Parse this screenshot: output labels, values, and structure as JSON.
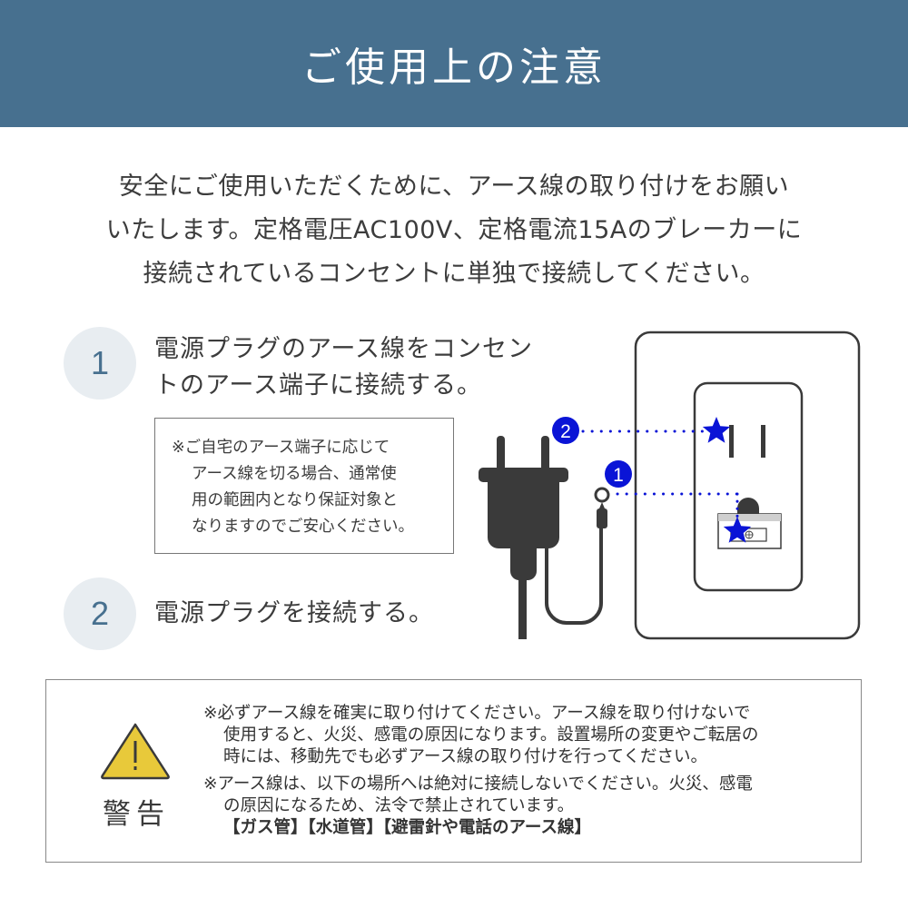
{
  "header": {
    "title": "ご使用上の注意",
    "background_color": "#47708f"
  },
  "intro": {
    "lines": [
      "安全にご使用いただくために、アース線の取り付けをお願い",
      "いたします。定格電圧AC100V、定格電流15Aのブレーカーに",
      "接続されているコンセントに単独で接続してください。"
    ]
  },
  "steps": [
    {
      "number": "1",
      "lines": [
        "電源プラグのアース線をコンセン",
        "トのアース端子に接続する。"
      ]
    },
    {
      "number": "2",
      "lines": [
        "電源プラグを接続する。"
      ]
    }
  ],
  "note": {
    "lines": [
      "※ご自宅のアース端子に応じて",
      "アース線を切る場合、通常使",
      "用の範囲内となり保証対象と",
      "なりますのでご安心ください。"
    ]
  },
  "diagram": {
    "marker_1": "1",
    "marker_2": "2",
    "marker_color": "#0a14d6",
    "plug_color": "#3a3a3a",
    "ground_symbol": "⊕"
  },
  "warning": {
    "label": "警告",
    "icon": "warning-triangle-icon",
    "icon_color": "#e8c93a",
    "paragraph1": [
      "※必ずアース線を確実に取り付けてください。アース線を取り付けないで",
      "使用すると、火災、感電の原因になります。設置場所の変更やご転居の",
      "時には、移動先でも必ずアース線の取り付けを行ってください。"
    ],
    "paragraph2": [
      "※アース線は、以下の場所へは絶対に接続しないでください。火災、感電",
      "の原因になるため、法令で禁止されています。",
      "【ガス管】【水道管】【避雷針や電話のアース線】"
    ]
  }
}
